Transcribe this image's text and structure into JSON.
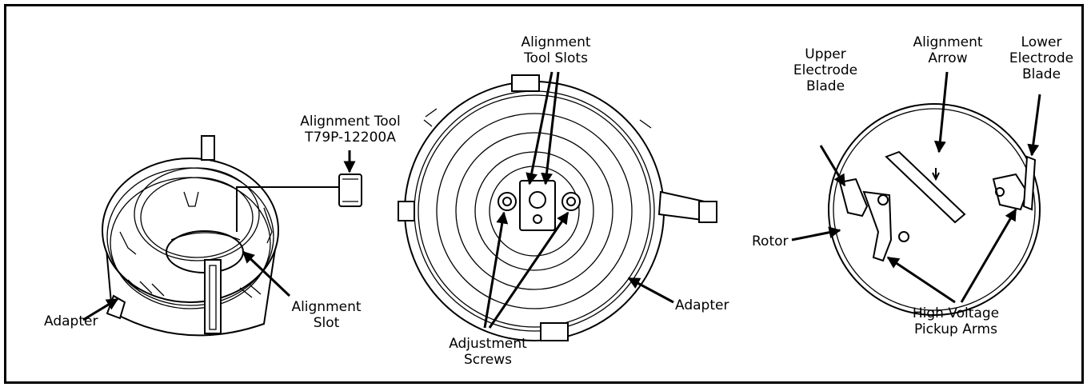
{
  "panels": {
    "left": {
      "labels": {
        "tool_line1": "Alignment Tool",
        "tool_line2": "T79P-12200A",
        "adapter": "Adapter",
        "slot_line1": "Alignment",
        "slot_line2": "Slot"
      }
    },
    "middle": {
      "labels": {
        "slots_line1": "Alignment",
        "slots_line2": "Tool Slots",
        "adapter": "Adapter",
        "screws_line1": "Adjustment",
        "screws_line2": "Screws"
      }
    },
    "right": {
      "labels": {
        "upper_line1": "Upper",
        "upper_line2": "Electrode",
        "upper_line3": "Blade",
        "arrow_line1": "Alignment",
        "arrow_line2": "Arrow",
        "lower_line1": "Lower",
        "lower_line2": "Electrode",
        "lower_line3": "Blade",
        "rotor": "Rotor",
        "pickup_line1": "High Voltage",
        "pickup_line2": "Pickup Arms"
      }
    }
  }
}
